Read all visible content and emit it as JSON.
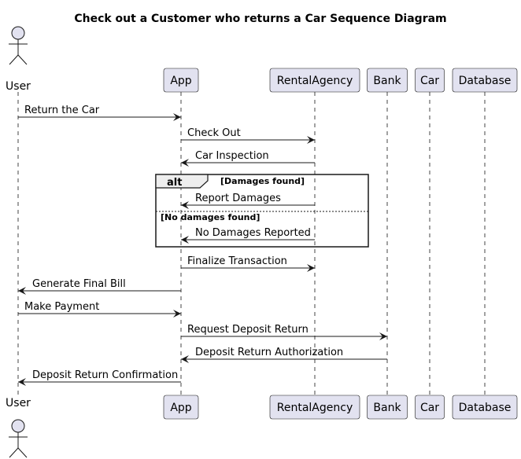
{
  "title": "Check out a Customer who returns a Car Sequence Diagram",
  "participants": [
    {
      "id": "user",
      "label": "User",
      "kind": "actor"
    },
    {
      "id": "app",
      "label": "App",
      "kind": "box"
    },
    {
      "id": "agency",
      "label": "RentalAgency",
      "kind": "box"
    },
    {
      "id": "bank",
      "label": "Bank",
      "kind": "box"
    },
    {
      "id": "car",
      "label": "Car",
      "kind": "box"
    },
    {
      "id": "db",
      "label": "Database",
      "kind": "box"
    }
  ],
  "messages": [
    {
      "from": "user",
      "to": "app",
      "label": "Return the Car"
    },
    {
      "from": "app",
      "to": "agency",
      "label": "Check Out"
    },
    {
      "from": "agency",
      "to": "app",
      "label": "Car Inspection"
    },
    {
      "from": "agency",
      "to": "app",
      "label": "Report Damages"
    },
    {
      "from": "agency",
      "to": "app",
      "label": "No Damages Reported"
    },
    {
      "from": "app",
      "to": "agency",
      "label": "Finalize Transaction"
    },
    {
      "from": "app",
      "to": "user",
      "label": "Generate Final Bill"
    },
    {
      "from": "user",
      "to": "app",
      "label": "Make Payment"
    },
    {
      "from": "app",
      "to": "bank",
      "label": "Request Deposit Return"
    },
    {
      "from": "bank",
      "to": "app",
      "label": "Deposit Return Authorization"
    },
    {
      "from": "app",
      "to": "user",
      "label": "Deposit Return Confirmation"
    }
  ],
  "fragment": {
    "keyword": "alt",
    "guard1": "[Damages found]",
    "guard2": "[No damages found]"
  },
  "colors": {
    "participant_fill": "#e2e2f0",
    "participant_border": "#181818",
    "line": "#181818",
    "fragment_tab": "#eeeeee"
  }
}
